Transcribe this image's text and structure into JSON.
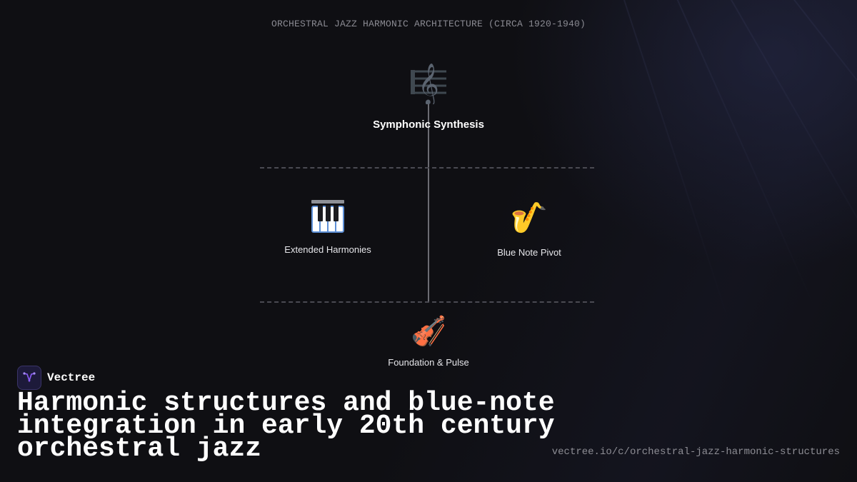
{
  "diagram": {
    "title": "ORCHESTRAL JAZZ HARMONIC ARCHITECTURE (CIRCA 1920-1940)",
    "nodes": {
      "top": {
        "label": "Symphonic Synthesis",
        "glyph": "𝄞",
        "icon": "musical-score-icon"
      },
      "left": {
        "label": "Extended Harmonies",
        "icon": "piano-keys-icon"
      },
      "right": {
        "label": "Blue Note Pivot",
        "glyph": "🎷",
        "icon": "saxophone-icon"
      },
      "bottom": {
        "label": "Foundation & Pulse",
        "glyph": "🎻",
        "icon": "violin-icon"
      }
    }
  },
  "brand": {
    "name": "Vectree",
    "logo_icon": "vectree-logo-icon",
    "logo_color": "#8b5cf6"
  },
  "headline": "Harmonic structures and blue-note integration in early 20th century orchestral jazz",
  "url": "vectree.io/c/orchestral-jazz-harmonic-structures",
  "colors": {
    "background": "#0f0f13",
    "title": "#8a8a92",
    "connector": "#6c6c72",
    "divider": "#4a4a52",
    "text": "#ffffff"
  }
}
